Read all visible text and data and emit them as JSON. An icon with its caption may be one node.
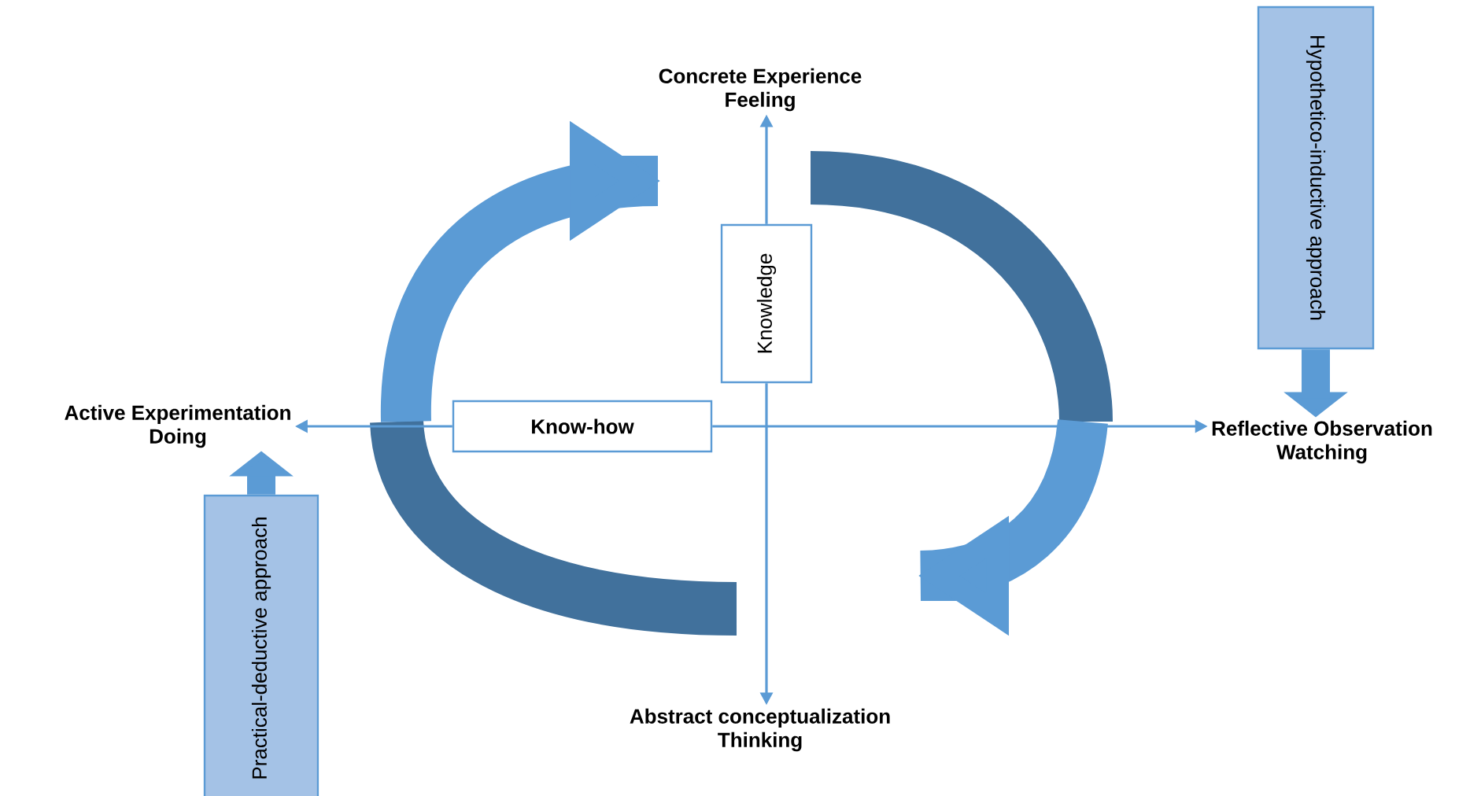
{
  "diagram": {
    "nodes": [
      {
        "text": [
          "Concrete Experience",
          "Feeling"
        ]
      },
      {
        "text": [
          "Knowledge"
        ]
      },
      {
        "text": [
          "Active Experimentation",
          "Doing"
        ]
      },
      {
        "text": [
          "Know-how"
        ]
      },
      {
        "text": [
          "Reflective Observation",
          "Watching"
        ]
      },
      {
        "text": [
          "Abstract conceptualization",
          "Thinking"
        ]
      },
      {
        "text": [
          "Hypothetico-inductive approach"
        ]
      },
      {
        "text": [
          "Practical-deductive approach"
        ]
      }
    ],
    "edges": [
      {
        "from": 1,
        "to": 0,
        "arrow": "to"
      },
      {
        "from": 1,
        "to": 5,
        "arrow": "to"
      },
      {
        "from": 3,
        "to": 2,
        "arrow": "to"
      },
      {
        "from": 3,
        "to": 4,
        "arrow": "to"
      },
      {
        "from": 6,
        "to": 4,
        "arrow": "to",
        "style": "thick"
      },
      {
        "from": 7,
        "to": 2,
        "arrow": "to",
        "style": "thick"
      }
    ]
  }
}
